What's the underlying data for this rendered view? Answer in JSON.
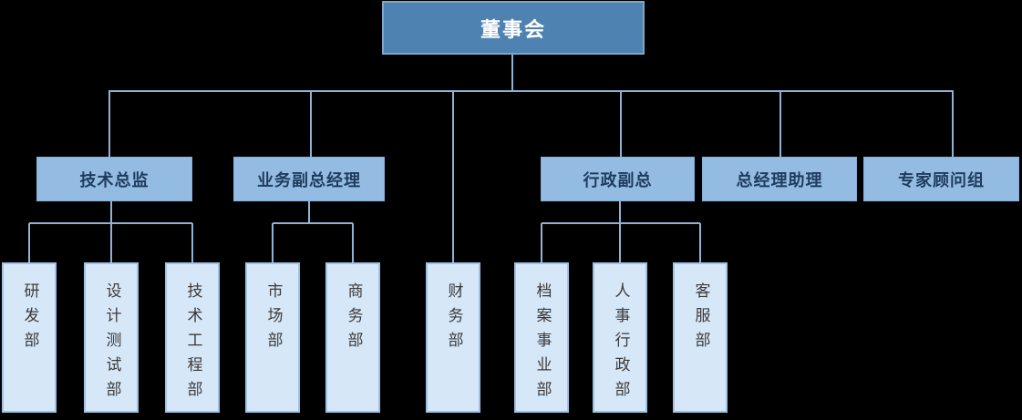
{
  "org_chart": {
    "root": {
      "label": "董事会"
    },
    "level2": [
      {
        "label": "技术总监",
        "parent": "董事会"
      },
      {
        "label": "业务副总经理",
        "parent": "董事会"
      },
      {
        "label": "行政副总",
        "parent": "董事会"
      },
      {
        "label": "总经理助理",
        "parent": "董事会"
      },
      {
        "label": "专家顾问组",
        "parent": "董事会"
      }
    ],
    "level3": [
      {
        "label": "研发部",
        "parent": "技术总监"
      },
      {
        "label": "设计测试部",
        "parent": "技术总监"
      },
      {
        "label": "技术工程部",
        "parent": "技术总监"
      },
      {
        "label": "市场部",
        "parent": "业务副总经理"
      },
      {
        "label": "商务部",
        "parent": "业务副总经理"
      },
      {
        "label": "财务部",
        "parent": "董事会"
      },
      {
        "label": "档案事业部",
        "parent": "行政副总"
      },
      {
        "label": "人事行政部",
        "parent": "行政副总"
      },
      {
        "label": "客服部",
        "parent": "行政副总"
      }
    ],
    "colors": {
      "background": "#000000",
      "root_fill": "#4E82B0",
      "root_text": "#FFFFFF",
      "level2_fill": "#94BCE2",
      "level2_text": "#1E3C5F",
      "level3_fill": "#D6E7F8",
      "level3_border": "#9CC3E6",
      "level3_text": "#3A3A3A",
      "connector_line": "#8FB3D4"
    }
  }
}
